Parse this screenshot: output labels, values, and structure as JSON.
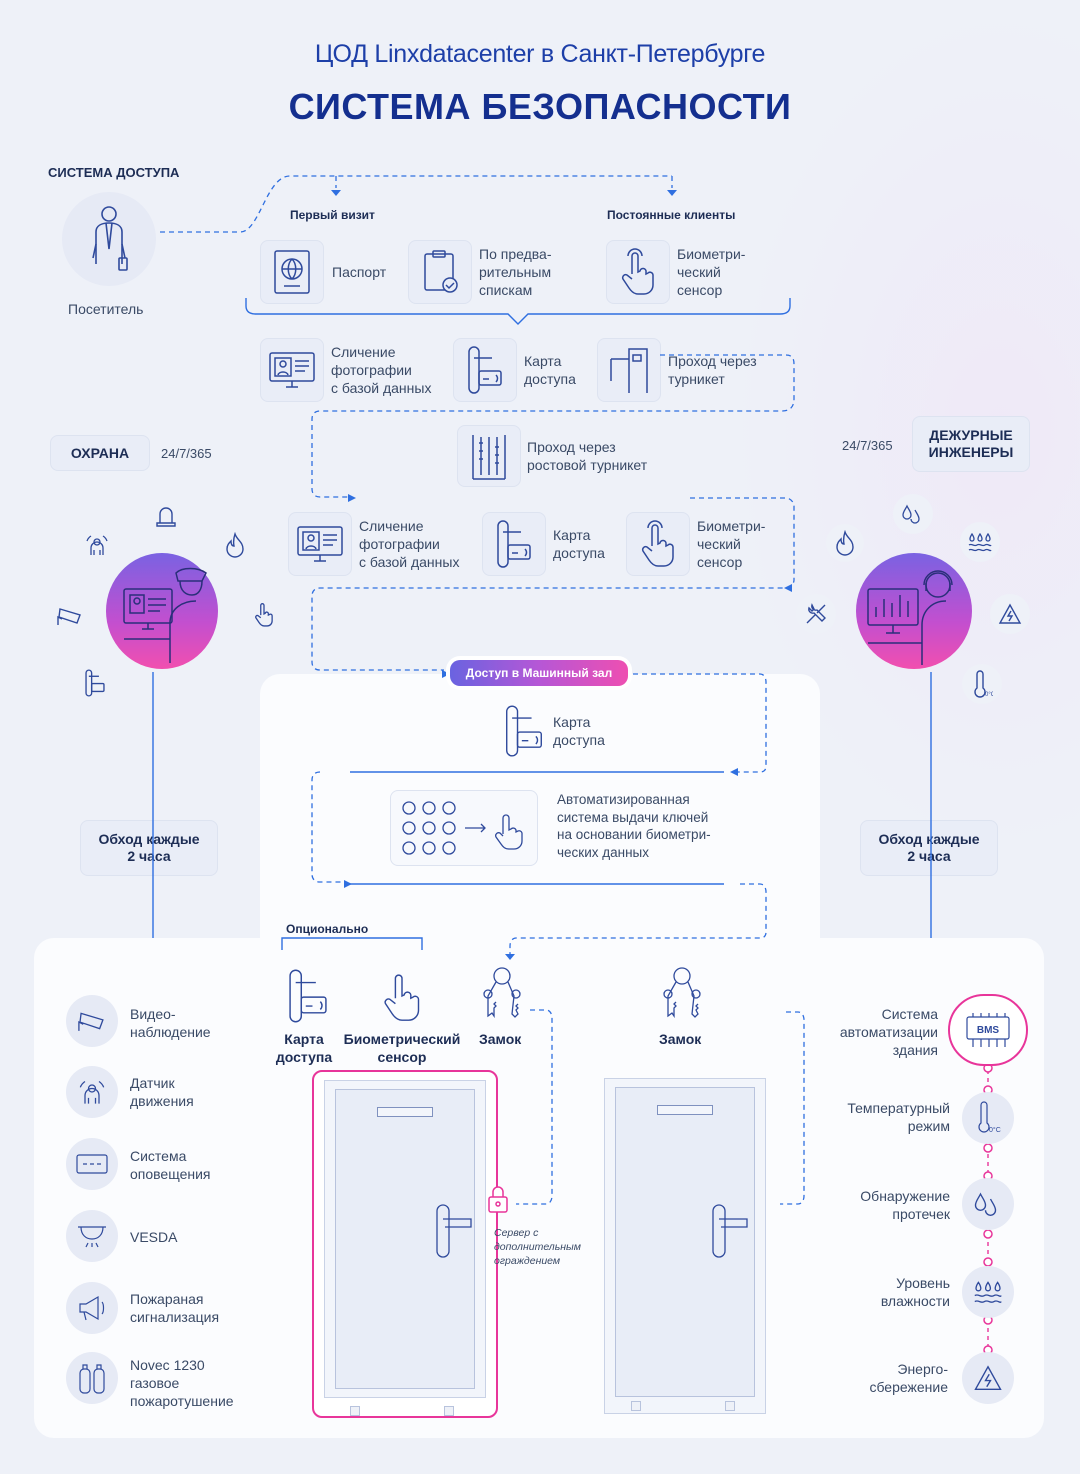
{
  "header": {
    "subtitle": "ЦОД Linxdatacenter в Санкт-Петербурге",
    "title": "СИСТЕМА БЕЗОПАСНОСТИ"
  },
  "access": {
    "section_label": "СИСТЕМА ДОСТУПА",
    "visitor_label": "Посетитель",
    "first_visit": "Первый визит",
    "regular_clients": "Постоянные клиенты",
    "passport": "Паспорт",
    "prelist": [
      "По предва-",
      "рительным",
      "спискам"
    ],
    "biometric_top": [
      "Биометри-",
      "ческий",
      "сенсор"
    ],
    "row2": {
      "photo": [
        "Сличение",
        "фотографии",
        "с базой данных"
      ],
      "card": [
        "Карта",
        "доступа"
      ],
      "turnstile": [
        "Проход через",
        "турникет"
      ]
    },
    "tall_turnstile": [
      "Проход через",
      "ростовой турникет"
    ],
    "row4": {
      "photo": [
        "Сличение",
        "фотографии",
        "с базой данных"
      ],
      "card": [
        "Карта",
        "доступа"
      ],
      "bio": [
        "Биометри-",
        "ческий",
        "сенсор"
      ]
    }
  },
  "security": {
    "label": "ОХРАНА",
    "schedule": "24/7/365",
    "patrol": [
      "Обход каждые",
      "2 часа"
    ]
  },
  "engineers": {
    "label": [
      "ДЕЖУРНЫЕ",
      "ИНЖЕНЕРЫ"
    ],
    "schedule": "24/7/365",
    "patrol": [
      "Обход каждые",
      "2 часа"
    ]
  },
  "machine_room": {
    "pill": "Доступ в Машинный зал",
    "card": [
      "Карта",
      "доступа"
    ],
    "key_system": [
      "Автоматизированная",
      "система выдачи ключей",
      "на основании биометри-",
      "ческих данных"
    ],
    "optional": "Опционально",
    "card_opt": [
      "Карта",
      "доступа"
    ],
    "bio_opt": [
      "Биометрический",
      "сенсор"
    ],
    "lock1": "Замок",
    "lock2": "Замок",
    "server_note": [
      "Сервер с",
      "дополнительным",
      "ограждением"
    ]
  },
  "left_list": [
    {
      "icon": "camera-icon",
      "label": [
        "Видео-",
        "наблюдение"
      ]
    },
    {
      "icon": "motion-sensor-icon",
      "label": [
        "Датчик",
        "движения"
      ]
    },
    {
      "icon": "alert-system-icon",
      "label": [
        "Система",
        "оповещения"
      ]
    },
    {
      "icon": "vesda-icon",
      "label": [
        "VESDA"
      ]
    },
    {
      "icon": "fire-alarm-icon",
      "label": [
        "Пожараная",
        "сигнализация"
      ]
    },
    {
      "icon": "gas-cylinder-icon",
      "label": [
        "Novec 1230",
        "газовое",
        "пожаротушение"
      ]
    }
  ],
  "right_list": [
    {
      "icon": "bms-icon",
      "label": [
        "Система",
        "автоматизации",
        "здания"
      ],
      "badge": "BMS"
    },
    {
      "icon": "thermometer-icon",
      "label": [
        "Температурный",
        "режим"
      ],
      "badge": "0°C"
    },
    {
      "icon": "leak-icon",
      "label": [
        "Обнаружение",
        "протечек"
      ]
    },
    {
      "icon": "humidity-icon",
      "label": [
        "Уровень",
        "влажности"
      ]
    },
    {
      "icon": "energy-icon",
      "label": [
        "Энерго-",
        "сбережение"
      ]
    }
  ],
  "colors": {
    "accent": "#1d3fa8",
    "line": "#2f6fe0",
    "pink": "#e8359a",
    "text": "#3a4a66"
  }
}
